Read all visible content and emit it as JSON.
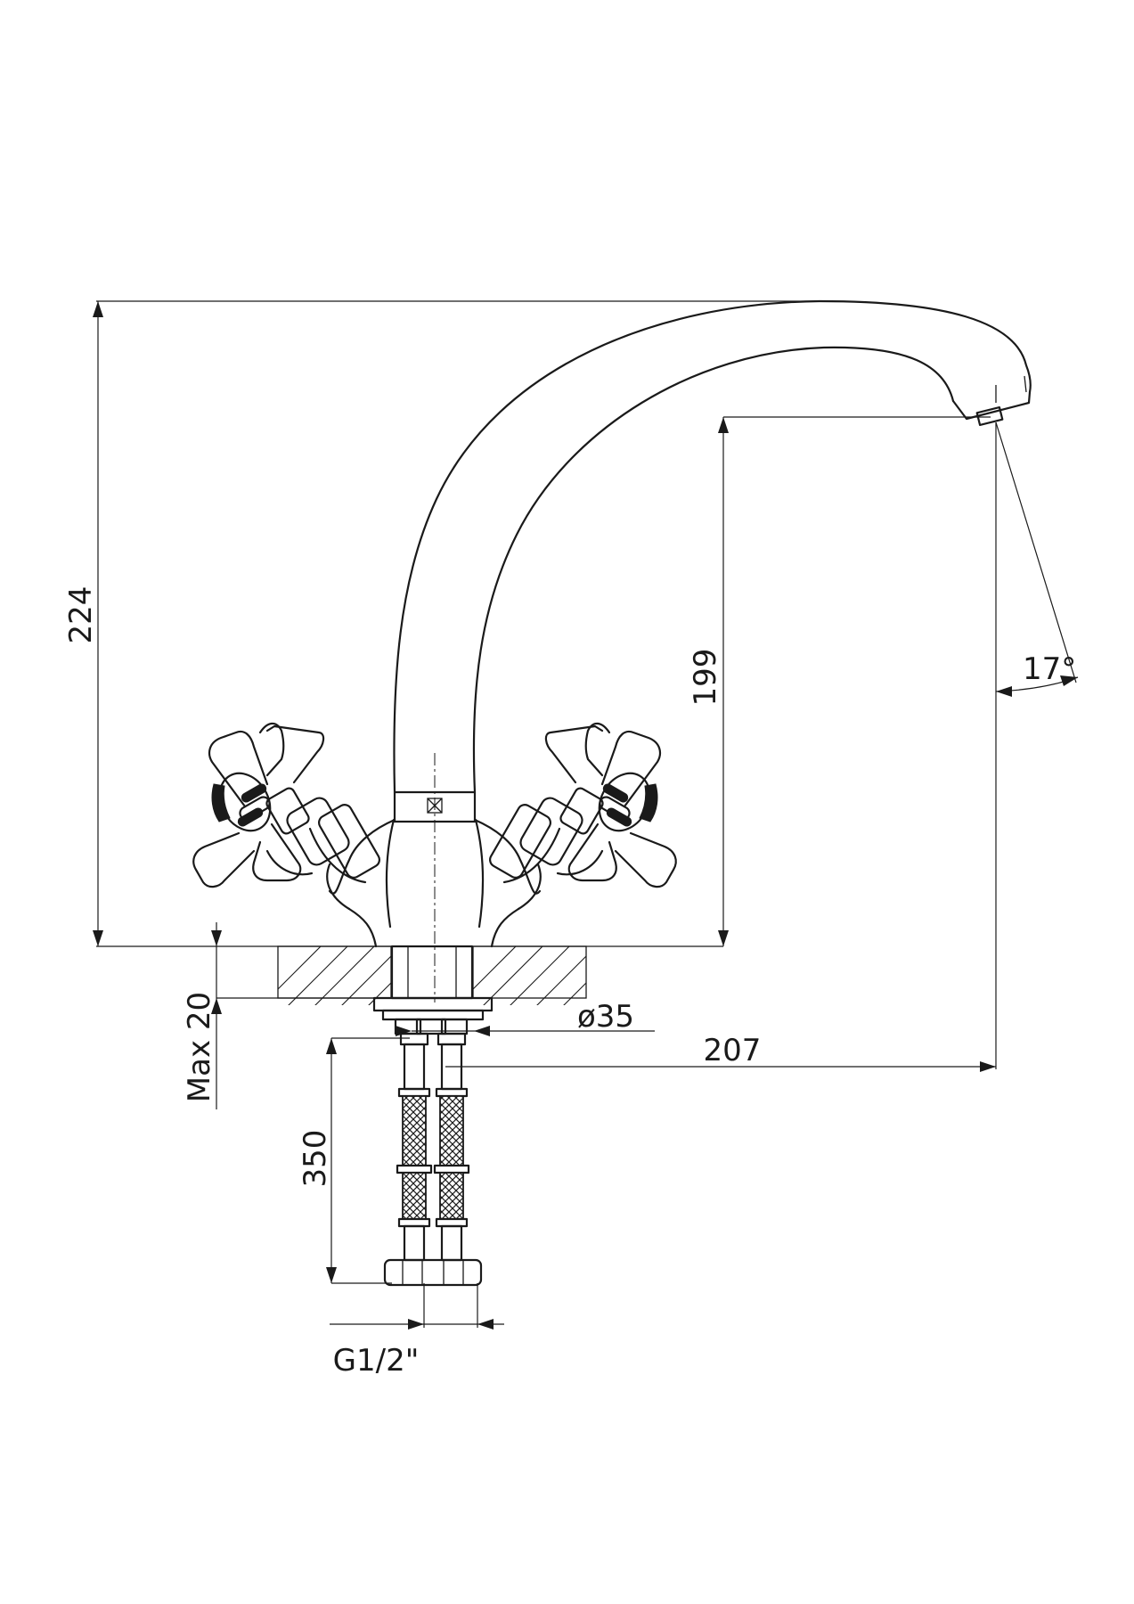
{
  "drawing": {
    "dimensions": {
      "total_height": "224",
      "spout_height": "199",
      "spout_angle": "17°",
      "base_diameter": "ø35",
      "max_thickness": "Max 20",
      "spout_reach": "207",
      "hose_length": "350",
      "thread": "G1/2\""
    }
  }
}
